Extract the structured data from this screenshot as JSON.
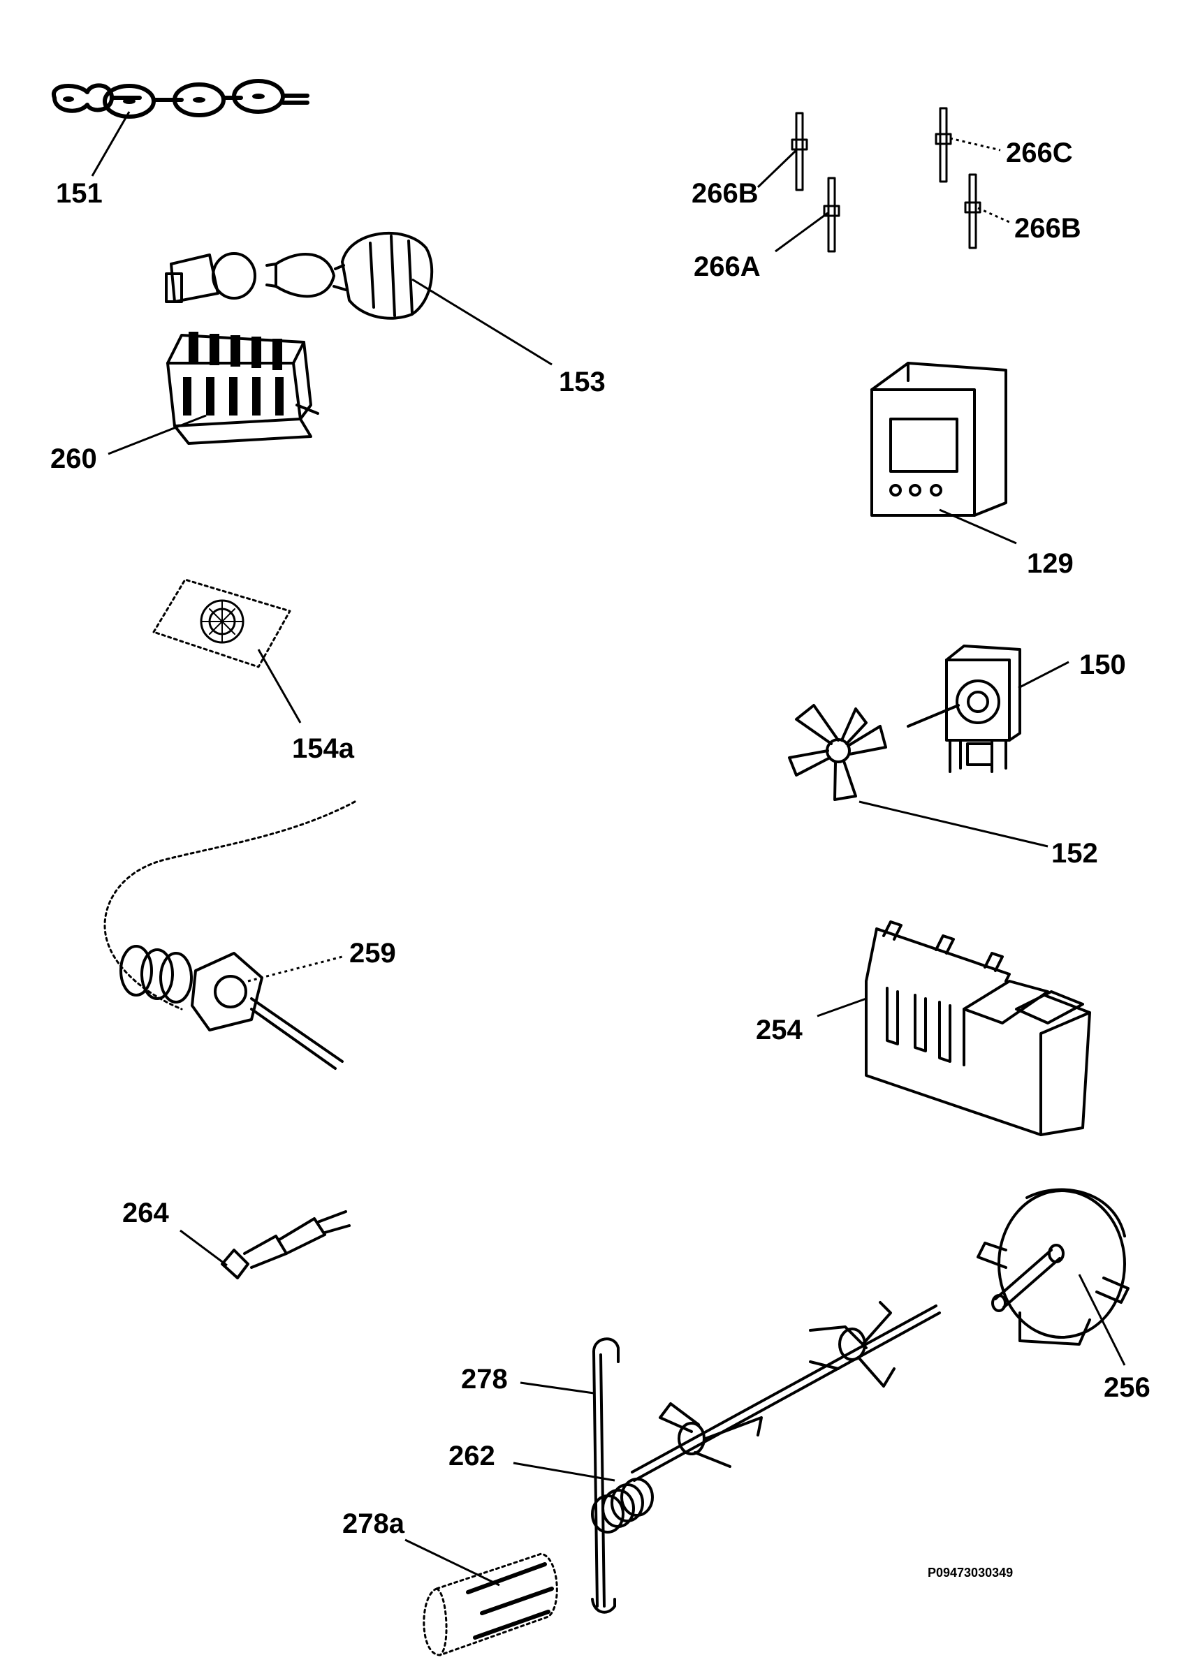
{
  "diagram": {
    "document_code": "P09473030349",
    "parts": [
      {
        "id": "p151",
        "label": "151",
        "name": "cable chain / hinge link"
      },
      {
        "id": "p153",
        "label": "153",
        "name": "oven lamp assembly"
      },
      {
        "id": "p260",
        "label": "260",
        "name": "selector switch"
      },
      {
        "id": "p266B_1",
        "label": "266B",
        "name": "pin"
      },
      {
        "id": "p266A",
        "label": "266A",
        "name": "pin"
      },
      {
        "id": "p266C",
        "label": "266C",
        "name": "pin"
      },
      {
        "id": "p266B_2",
        "label": "266B",
        "name": "pin"
      },
      {
        "id": "p129",
        "label": "129",
        "name": "electronic timer"
      },
      {
        "id": "p154a",
        "label": "154a",
        "name": "lamp cover plate"
      },
      {
        "id": "p150",
        "label": "150",
        "name": "fan motor"
      },
      {
        "id": "p152",
        "label": "152",
        "name": "fan blade"
      },
      {
        "id": "p259",
        "label": "259",
        "name": "thermostat with capillary"
      },
      {
        "id": "p254",
        "label": "254",
        "name": "terminal block"
      },
      {
        "id": "p264",
        "label": "264",
        "name": "spark plug"
      },
      {
        "id": "p256",
        "label": "256",
        "name": "rotisserie motor"
      },
      {
        "id": "p278",
        "label": "278",
        "name": "rotisserie support"
      },
      {
        "id": "p262",
        "label": "262",
        "name": "rotisserie spit"
      },
      {
        "id": "p278a",
        "label": "278a",
        "name": "handle"
      }
    ]
  }
}
